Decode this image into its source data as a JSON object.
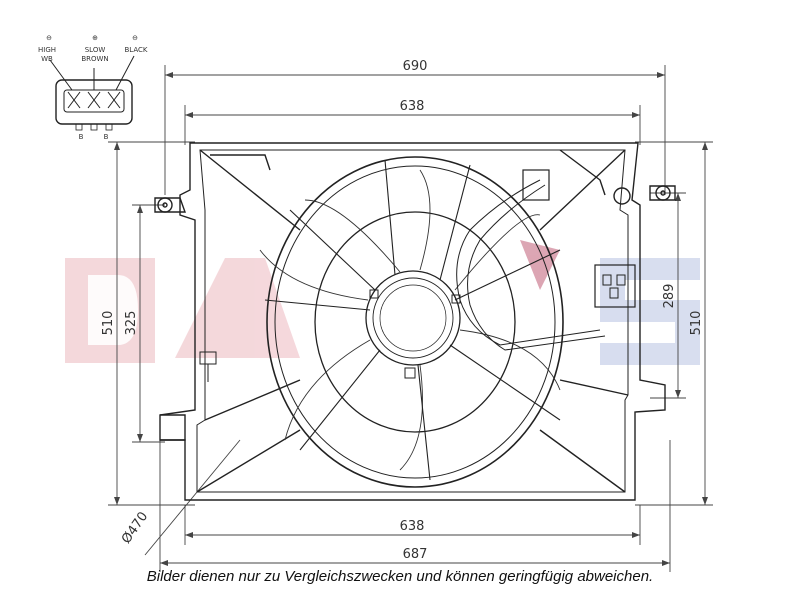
{
  "dimensions": {
    "overall_width_top": "690",
    "frame_width_top": "638",
    "frame_width_bottom": "638",
    "overall_width_bottom": "687",
    "height_left_outer": "510",
    "height_left_inner": "325",
    "height_right_inner": "289",
    "height_right_outer": "510",
    "fan_diameter": "Ø470"
  },
  "connector": {
    "pins": [
      {
        "symbol": "⊖",
        "label_line1": "HIGH",
        "label_line2": "WB"
      },
      {
        "symbol": "⊕",
        "label_line1": "SLOW",
        "label_line2": "BROWN"
      },
      {
        "symbol": "⊖",
        "label_line1": "BLACK",
        "label_line2": ""
      }
    ],
    "pin_codes": [
      "B",
      "B"
    ]
  },
  "watermark": {
    "text": "DAS",
    "colors": [
      "#c8102e",
      "#1f3a93"
    ]
  },
  "caption": "Bilder dienen nur zu Vergleichszwecken und können geringfügig abweichen.",
  "colors": {
    "line": "#222222",
    "dimension_line": "#444444",
    "watermark_red": "#e3a0a8",
    "watermark_blue": "#9aa8d4"
  }
}
